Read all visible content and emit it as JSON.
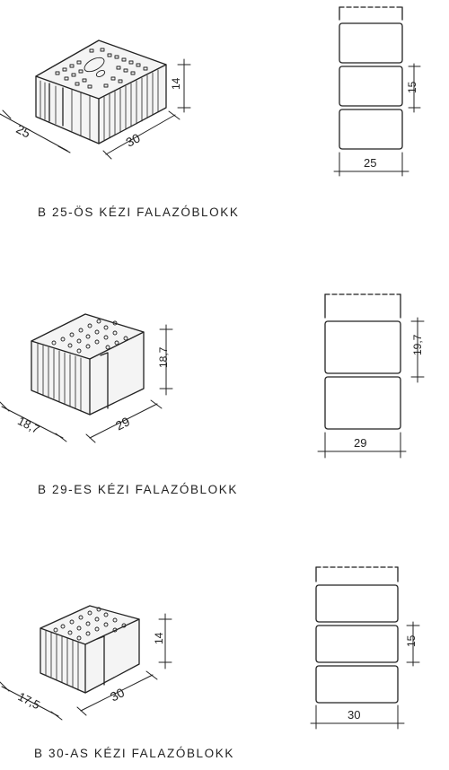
{
  "blocks": [
    {
      "caption": "B 25-ÖS  KÉZI  FALAZÓBLOKK",
      "dims": {
        "width": "25",
        "length": "30",
        "height": "14"
      },
      "wall": {
        "width": "25",
        "course": "15"
      }
    },
    {
      "caption": "B 29-ES  KÉZI  FALAZÓBLOKK",
      "dims": {
        "width": "18,7",
        "length": "29",
        "height": "18,7"
      },
      "wall": {
        "width": "29",
        "course": "19,7"
      }
    },
    {
      "caption": "B 30-AS  KÉZI  FALAZÓBLOKK",
      "dims": {
        "width": "17,5",
        "length": "30",
        "height": "14"
      },
      "wall": {
        "width": "30",
        "course": "15"
      }
    }
  ]
}
